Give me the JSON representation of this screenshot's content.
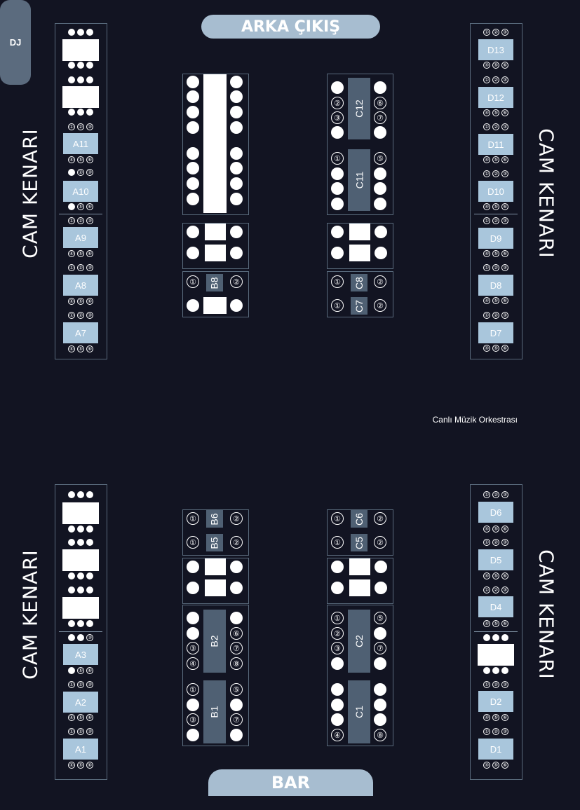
{
  "labels": {
    "exit": "ARKA ÇIKIŞ",
    "bar": "BAR",
    "dj": "DJ",
    "dj_caption": "Canlı Müzik Orkestrası",
    "wall": "CAM KENARI"
  },
  "colors": {
    "background": "#121422",
    "table_available": "#a9c6dc",
    "table_taken": "#4f6073",
    "reserved": "#ffffff",
    "frame": "#596a7c"
  },
  "seat_marks": {
    "1": "①",
    "2": "②",
    "3": "③",
    "4": "④",
    "5": "⑤",
    "6": "⑥",
    "7": "⑦",
    "8": "⑧"
  },
  "strips": {
    "a_top": [
      "A11",
      "A10",
      "A9",
      "A8",
      "A7"
    ],
    "d_top": [
      "D13",
      "D12",
      "D11",
      "D10",
      "D9",
      "D8",
      "D7"
    ],
    "a_bottom": [
      "A3",
      "A2",
      "A1"
    ],
    "d_bottom": [
      "D6",
      "D5",
      "D4",
      "D2",
      "D1"
    ]
  },
  "tables": {
    "b8": "B8",
    "c12": "C12",
    "c11": "C11",
    "c8": "C8",
    "c7": "C7",
    "b6": "B6",
    "b5": "B5",
    "b2": "B2",
    "b1": "B1",
    "c6": "C6",
    "c5": "C5",
    "c2": "C2",
    "c1": "C1"
  }
}
